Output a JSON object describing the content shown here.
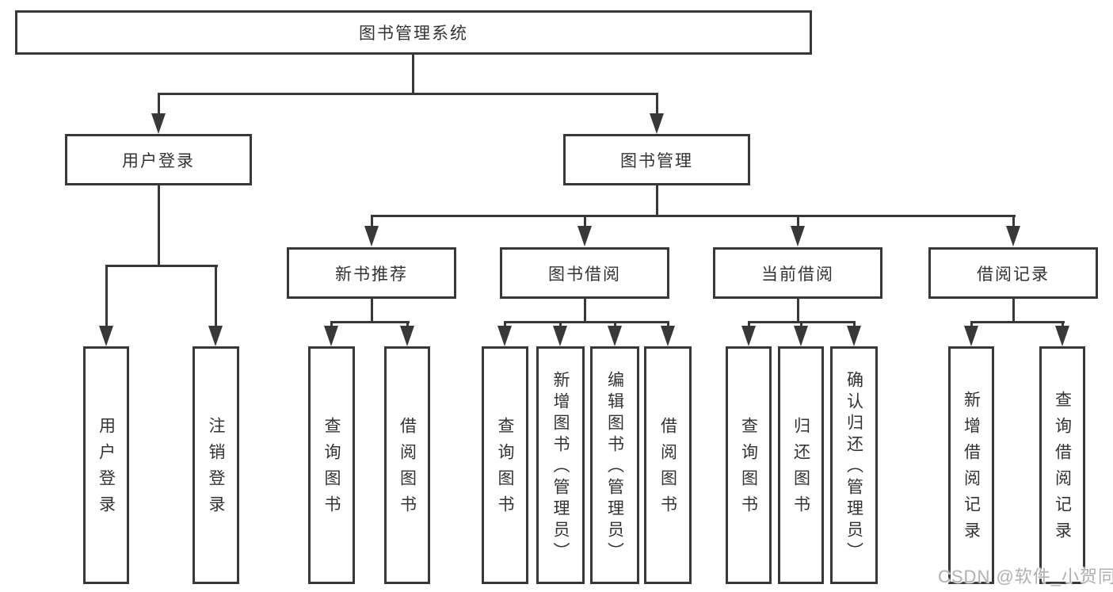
{
  "colors": {
    "line": "#383838",
    "box_border": "#383838",
    "text": "#333333",
    "watermark": "#b0b0b0",
    "background": "#ffffff"
  },
  "diagram": {
    "root": {
      "label": "图书管理系统"
    },
    "level2": [
      {
        "label": "用户登录"
      },
      {
        "label": "图书管理"
      }
    ],
    "level3": [
      {
        "label": "新书推荐"
      },
      {
        "label": "图书借阅"
      },
      {
        "label": "当前借阅"
      },
      {
        "label": "借阅记录"
      }
    ],
    "leaves": {
      "user_login": [
        {
          "label": "用户登录"
        },
        {
          "label": "注销登录"
        }
      ],
      "new_book_recommendation": [
        {
          "label": "查询图书"
        },
        {
          "label": "借阅图书"
        }
      ],
      "book_borrowing": [
        {
          "label": "查询图书"
        },
        {
          "label": "新增图书（管理员）"
        },
        {
          "label": "编辑图书（管理员）"
        },
        {
          "label": "借阅图书"
        }
      ],
      "current_borrowing": [
        {
          "label": "查询图书"
        },
        {
          "label": "归还图书"
        },
        {
          "label": "确认归还（管理员）"
        }
      ],
      "borrowing_records": [
        {
          "label": "新增借阅记录"
        },
        {
          "label": "查询借阅记录"
        }
      ]
    }
  },
  "watermark": {
    "text": "CSDN @软件_小贺同学"
  }
}
